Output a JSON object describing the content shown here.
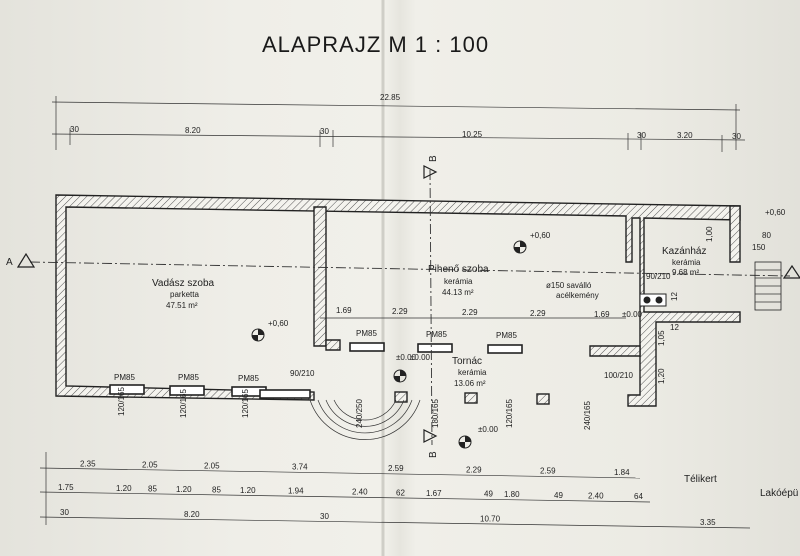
{
  "title": "ALAPRAJZ M 1 : 100",
  "section_marks": {
    "a_left": "A",
    "b_top": "B",
    "b_bottom": "B"
  },
  "rooms": [
    {
      "name": "Vadász szoba",
      "floor": "parketta",
      "area": "47.51 m²"
    },
    {
      "name": "Pihenő szoba",
      "floor": "kerámia",
      "area": "44.13 m²"
    },
    {
      "name": "Kazánház",
      "floor": "kerámia",
      "area": "9.68 m²"
    },
    {
      "name": "Tornác",
      "floor": "kerámia",
      "area": "13.06 m²"
    }
  ],
  "levels": {
    "l1": "+0,60",
    "l2": "+0,60",
    "l3": "±0.00",
    "l4": "±0.00",
    "l5": "+0,60",
    "l6": "±0.00"
  },
  "boiler_note": [
    "ø150 saválló",
    "acélkemény"
  ],
  "outside_labels": {
    "winter_garden": "Télikert",
    "house": "Lakóépü"
  },
  "top_dims": {
    "total": "22.85",
    "row2": [
      "30",
      "8.20",
      "30",
      "10.25",
      "30",
      "3.20",
      "30"
    ]
  },
  "inner_dims": [
    "1.69",
    "2.29",
    "2.29",
    "2.29",
    "1.69"
  ],
  "bottom_dims": {
    "row1": [
      "2.35",
      "2.05",
      "2.05",
      "3.74",
      "2.59",
      "2.29",
      "2.59",
      "1.84"
    ],
    "row2": [
      "1.75",
      "1.20",
      "85",
      "1.20",
      "85",
      "1.20",
      "1.94",
      "2.40",
      "62",
      "1.67",
      "49",
      "1.80",
      "49",
      "2.40",
      "64"
    ],
    "row3": [
      "30",
      "8.20",
      "30",
      "10.70",
      "3.35"
    ]
  },
  "window_tags": [
    "PM85",
    "PM85",
    "PM85",
    "PM85",
    "PM85",
    "PM85"
  ],
  "opening_tags": [
    "120/165",
    "120/165",
    "120/165",
    "240/250",
    "180/165",
    "120/165",
    "240/165"
  ],
  "door_tags": [
    "90/210",
    "90/210",
    "100/210",
    "150"
  ],
  "misc_dims": [
    "1,00",
    "1,20",
    "1,05",
    "80",
    "12",
    "12",
    "±0.00"
  ]
}
